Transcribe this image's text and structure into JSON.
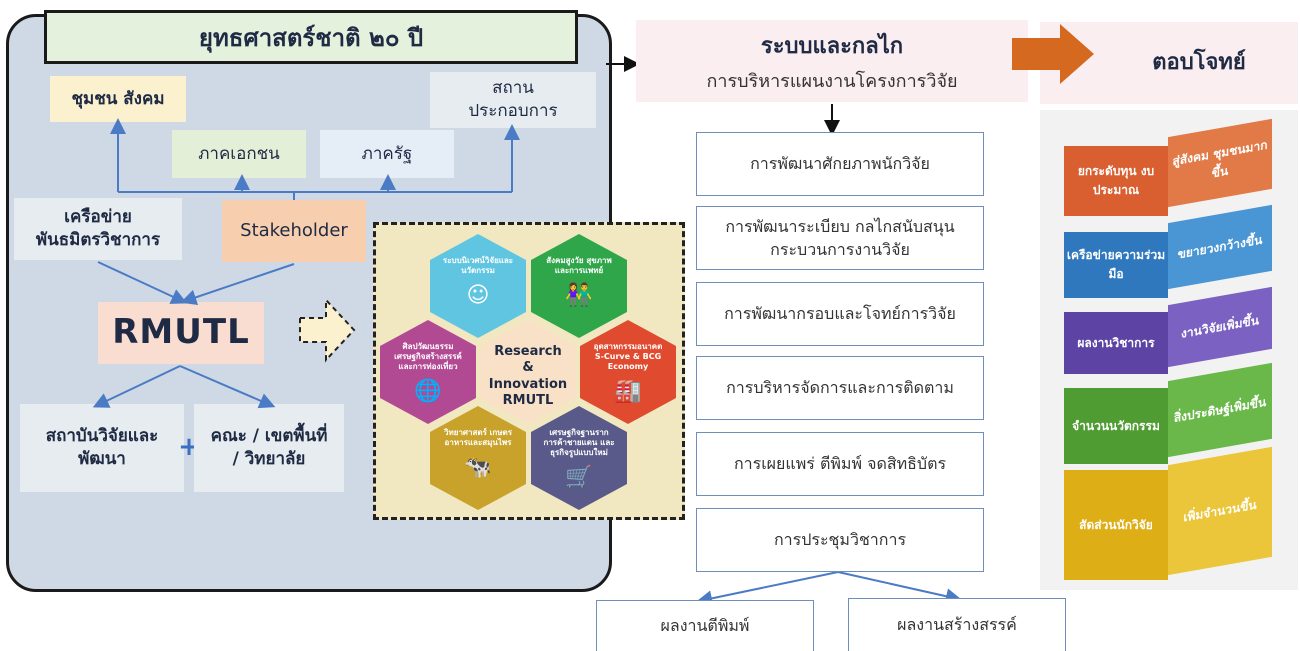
{
  "left": {
    "title": "ยุทธศาสตร์ชาติ ๒๐ ปี",
    "community": "ชุมชน สังคม",
    "enterprise": "สถาน\nประกอบการ",
    "private": "ภาคเอกชน",
    "government": "ภาครัฐ",
    "network": "เครือข่าย\nพันธมิตรวิชาการ",
    "stakeholder": "Stakeholder",
    "rmutl": "RMUTL",
    "institute": "สถาบันวิจัยและ\nพัฒนา",
    "plus": "+",
    "faculty": "คณะ / เขตพื้นที่\n/ วิทยาลัย"
  },
  "hexes": {
    "center": "Research\n&\nInnovation\nRMUTL",
    "top": "ระบบนิเวศน์วิจัยและ\nนวัตกรรม",
    "top_right": "สังคมสูงวัย สุขภาพ\nและการแพทย์",
    "left": "ศิลปวัฒนธรรม\nเศรษฐกิจสร้างสรรค์\nและการท่องเที่ยว",
    "right": "อุตสาหกรรมอนาคต\nS-Curve & BCG\nEconomy",
    "bottom_left": "วิทยาศาสตร์ เกษตร\nอาหารและสมุนไพร",
    "bottom_right": "เศรษฐกิจฐานราก\nการค้าชายแดน และ\nธุรกิจรูปแบบใหม่"
  },
  "system": {
    "title": "ระบบและกลไก",
    "subtitle": "การบริหารแผนงานโครงการวิจัย",
    "items": [
      "การพัฒนาศักยภาพนักวิจัย",
      "การพัฒนาระเบียบ กลไกสนับสนุน\nกระบวนการงานวิจัย",
      "การพัฒนากรอบและโจทย์การวิจัย",
      "การบริหารจัดการและการติดตาม",
      "การเผยแพร่ ตีพิมพ์ จดสิทธิบัตร",
      "การประชุมวิชาการ"
    ],
    "output_left": "ผลงานตีพิมพ์",
    "output_right": "ผลงานสร้างสรรค์"
  },
  "answer": {
    "title": "ตอบโจทย์",
    "tiers": [
      {
        "front": "ยกระดับทุน งบประมาณ",
        "side": "สู่สังคม ชุมชนมากขึ้น",
        "color": "#e06a3a"
      },
      {
        "front": "เครือข่ายความร่วมมือ",
        "side": "ขยายวงกว้างขึ้น",
        "color": "#3a86c8"
      },
      {
        "front": "ผลงานวิชาการ",
        "side": "งานวิจัยเพิ่มขึ้น",
        "color": "#6a4fb0"
      },
      {
        "front": "จำนวนนวัตกรรม",
        "side": "สิ่งประดิษฐ์เพิ่มขึ้น",
        "color": "#5aa73a"
      },
      {
        "front": "สัดส่วนนักวิจัย",
        "side": "เพิ่มจำนวนขึ้น",
        "color": "#e3b81e"
      }
    ]
  },
  "colors": {
    "panel_bg": "#cfd9e6",
    "title_bg": "#e4f1dc",
    "arrow_orange": "#d4691f",
    "line_blue": "#4a7bc4"
  }
}
